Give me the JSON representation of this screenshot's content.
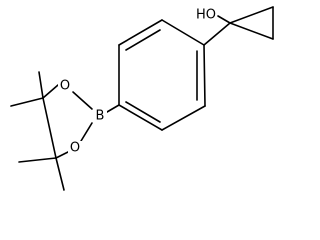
{
  "structure": {
    "atoms": {
      "hydroxyl": "HO",
      "boron": "B",
      "ring_oxygen_top": "O",
      "ring_oxygen_bottom": "O"
    }
  }
}
